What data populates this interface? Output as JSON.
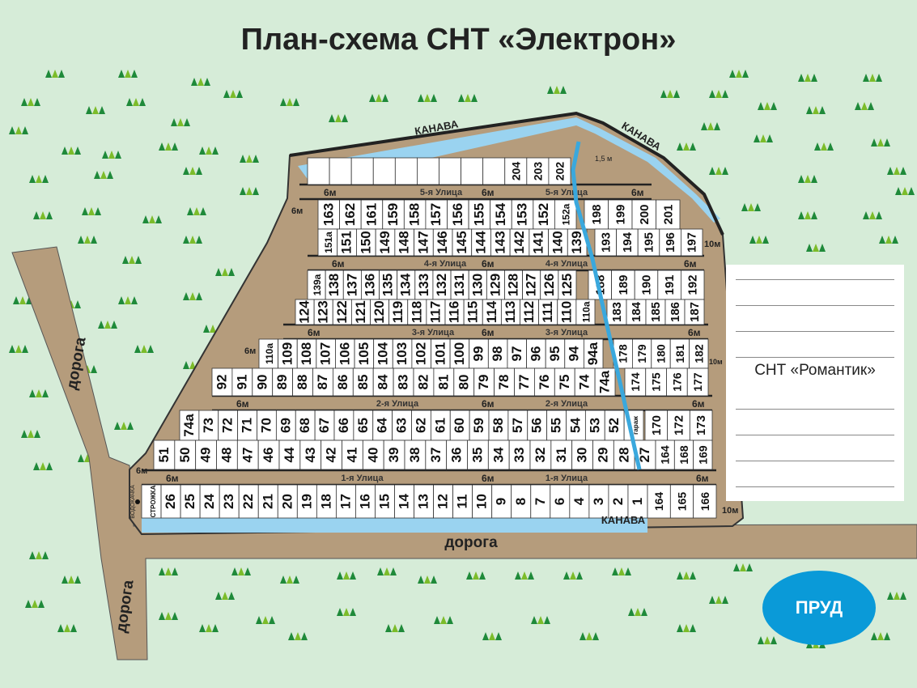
{
  "title": "План-схема СНТ «Электрон»",
  "neighbor": "СНТ «Романтик»",
  "pond": "ПРУД",
  "labels": {
    "ditch": "КАНАВА",
    "road": "дорога",
    "water_tower": "ВОДОКАЧКА",
    "guardhouse": "СТРОЖКА",
    "width_6": "6м",
    "width_10": "10м",
    "width_15": "1,5 м",
    "garage": "гараж"
  },
  "streets": [
    "1-я Улица",
    "2-я Улица",
    "3-я Улица",
    "4-я Улица",
    "5-я Улица"
  ],
  "colors": {
    "road": "#b59c7c",
    "ditch": "#9ad3f0",
    "forest": "#d6ecd8",
    "pond": "#0a9ad8"
  },
  "rows": {
    "top": [
      "",
      "",
      "",
      "",
      "",
      "",
      "",
      "",
      "",
      "204",
      "203",
      "202"
    ],
    "r5a": [
      "163",
      "162",
      "161",
      "159",
      "158",
      "157",
      "156",
      "155",
      "154",
      "153",
      "152",
      "152а"
    ],
    "r5a_e": [
      "198",
      "199",
      "200",
      "201"
    ],
    "r5b": [
      "151а",
      "151",
      "150",
      "149",
      "148",
      "147",
      "146",
      "145",
      "144",
      "143",
      "142",
      "141",
      "140",
      "139"
    ],
    "r5b_e": [
      "193",
      "194",
      "195",
      "196",
      "197"
    ],
    "r4a": [
      "139а",
      "138",
      "137",
      "136",
      "135",
      "134",
      "133",
      "132",
      "131",
      "130",
      "129",
      "128",
      "127",
      "126",
      "125"
    ],
    "r4a_e": [
      "188",
      "189",
      "190",
      "191",
      "192"
    ],
    "r4b": [
      "124",
      "123",
      "122",
      "121",
      "120",
      "119",
      "118",
      "117",
      "116",
      "115",
      "114",
      "113",
      "112",
      "111",
      "110",
      "110а"
    ],
    "r4b_e": [
      "183",
      "184",
      "185",
      "186",
      "187"
    ],
    "r3a": [
      "110а",
      "109",
      "108",
      "107",
      "106",
      "105",
      "104",
      "103",
      "102",
      "101",
      "100",
      "99",
      "98",
      "97",
      "96",
      "95",
      "94",
      "94а"
    ],
    "r3a_e": [
      "178",
      "179",
      "180",
      "181",
      "182"
    ],
    "r3b": [
      "92",
      "91",
      "90",
      "89",
      "88",
      "87",
      "86",
      "85",
      "84",
      "83",
      "82",
      "81",
      "80",
      "79",
      "78",
      "77",
      "76",
      "75",
      "74",
      "74а"
    ],
    "r3b_e": [
      "174",
      "175",
      "176",
      "177"
    ],
    "r2a": [
      "74а",
      "73",
      "72",
      "71",
      "70",
      "69",
      "68",
      "67",
      "66",
      "65",
      "64",
      "63",
      "62",
      "61",
      "60",
      "59",
      "58",
      "57",
      "56",
      "55",
      "54",
      "53",
      "52",
      "гараж"
    ],
    "r2a_e": [
      "170",
      "172",
      "173"
    ],
    "r2b": [
      "51",
      "50",
      "49",
      "48",
      "47",
      "46",
      "44",
      "43",
      "42",
      "41",
      "40",
      "39",
      "38",
      "37",
      "36",
      "35",
      "34",
      "33",
      "32",
      "31",
      "30",
      "29",
      "28",
      "27"
    ],
    "r2b_e": [
      "164",
      "168",
      "169"
    ],
    "r1": [
      "СТРОЖКА",
      "26",
      "25",
      "24",
      "23",
      "22",
      "21",
      "20",
      "19",
      "18",
      "17",
      "16",
      "15",
      "14",
      "13",
      "12",
      "11",
      "10",
      "9",
      "8",
      "7",
      "6",
      "4",
      "3",
      "2",
      "1"
    ],
    "r1_e": [
      "164",
      "165",
      "166"
    ]
  }
}
